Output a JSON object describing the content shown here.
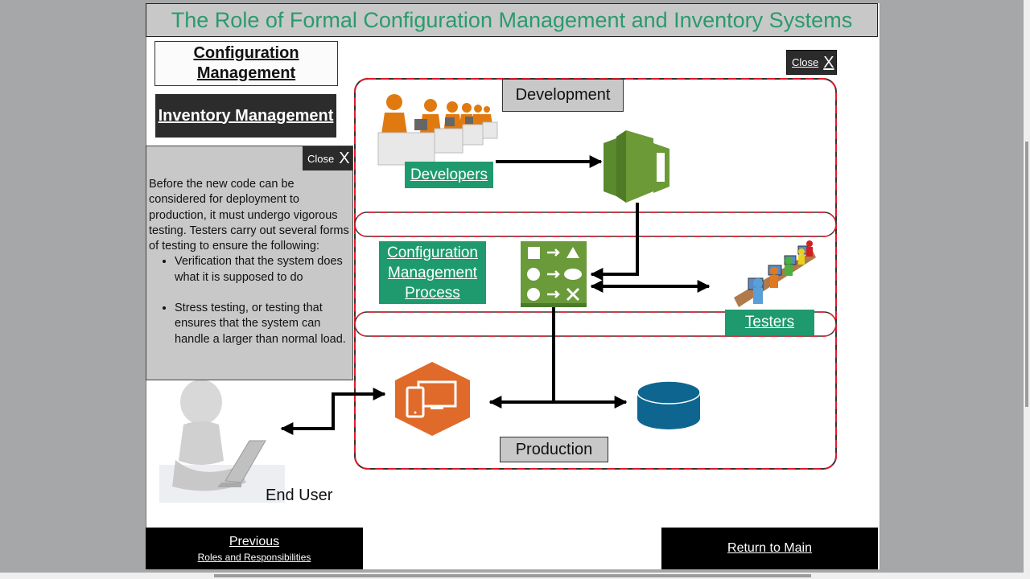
{
  "page": {
    "title": "The Role of Formal Configuration Management and Inventory Systems",
    "colors": {
      "title_text": "#2a9a6e",
      "green_button": "#1f9a6e",
      "lane_border": "#e01c2a",
      "dark_button": "#2b2b2b",
      "cm_icon_green": "#6a9a3a",
      "codecommit_green": "#5a8a2e",
      "app_orange": "#e06a2a",
      "database_blue": "#0e6690"
    }
  },
  "sidebar": {
    "config_management": "Configuration Management",
    "inventory_management": "Inventory Management"
  },
  "info_panel": {
    "close_label": "Close",
    "close_glyph": "X",
    "paragraph": "Before the new code can be considered for deployment to production, it must undergo vigorous testing. Testers carry out several forms of testing to ensure the following:",
    "bullets": [
      "Verification that the system does what it is supposed to do",
      "Stress testing, or testing that ensures that the system can handle a larger than normal load."
    ]
  },
  "diagram": {
    "close_label": "Close",
    "close_glyph": "X",
    "development_label": "Development",
    "production_label": "Production",
    "developers_button": "Developers",
    "cm_process_button": "Configuration Management Process",
    "testers_button": "Testers",
    "end_user_label": "End User",
    "icons": {
      "developers": "developers-team-icon",
      "code_repo": "code-repository-icon",
      "cm_process": "process-transform-icon",
      "testers": "testers-team-icon",
      "application": "application-devices-icon",
      "database": "database-icon",
      "end_user": "end-user-laptop-icon"
    }
  },
  "footer": {
    "previous_label": "Previous",
    "previous_sub": "Roles and Responsibilities",
    "return_label": "Return to Main"
  }
}
